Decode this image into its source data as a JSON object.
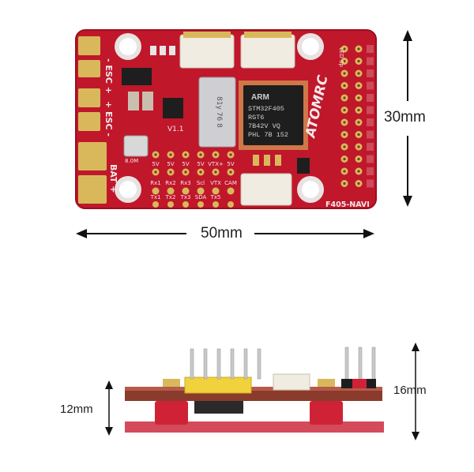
{
  "top_view": {
    "width_label": "50mm",
    "height_label": "30mm",
    "board_name": "F405-NAVI",
    "brand_text": "ATOMRC",
    "chip": {
      "logo": "ARM",
      "line1": "STM32F405",
      "line2": "RGT6",
      "line3": "7B42V VQ",
      "line4": "PHL 7B 152"
    },
    "version": "V1.1",
    "sd_text": "81y 76 8",
    "esc_labels": [
      "- ESC +",
      "+ ESC -"
    ],
    "bat_label": "BAT +",
    "top_row_labels": [
      "5V",
      "5V",
      "5V",
      "5V",
      "VTX+",
      "5V"
    ],
    "pad_row1_labels": [
      "Rx1",
      "Rx2",
      "Rx3",
      "Scl",
      "VTX",
      "CAM"
    ],
    "pad_row2_labels": [
      "Tx1",
      "Tx2",
      "Tx3",
      "SDA",
      "Tx5",
      ""
    ],
    "led_label": "LED Sp",
    "crystal_text": "8.0M"
  },
  "side_view": {
    "left_height_label": "12mm",
    "right_height_label": "16mm"
  },
  "colors": {
    "pcb_red": "#c0172b",
    "gold": "#d9b85c",
    "chip_black": "#1e1e1e",
    "connector_white": "#f1ece2",
    "base_plate": "#d44a5a",
    "spacer_red": "#cf2236",
    "header_yellow": "#f2d23c"
  }
}
